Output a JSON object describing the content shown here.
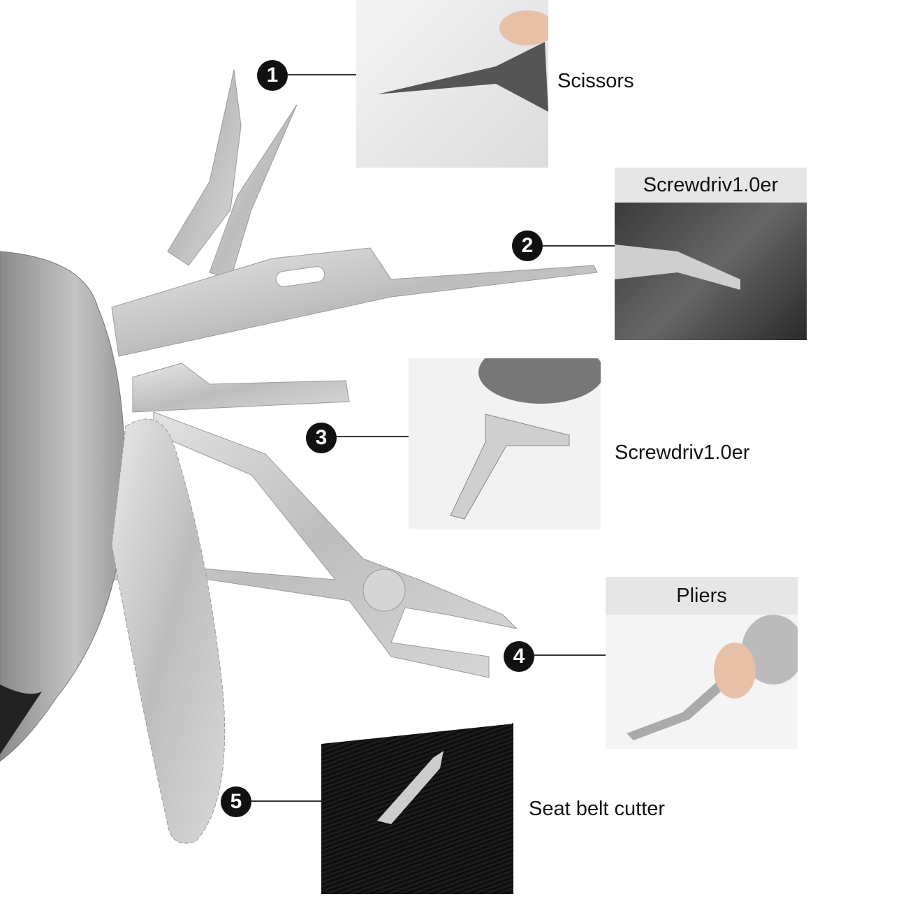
{
  "callouts": [
    {
      "number": "1",
      "label": "Scissors"
    },
    {
      "number": "2",
      "label": "Screwdriv1.0er"
    },
    {
      "number": "3",
      "label": "Screwdriv1.0er"
    },
    {
      "number": "4",
      "label": "Pliers"
    },
    {
      "number": "5",
      "label": "Seat belt cutter"
    }
  ],
  "colors": {
    "badge": "#111111",
    "header": "#e6e6e6",
    "steel": "#c8c8c8"
  }
}
